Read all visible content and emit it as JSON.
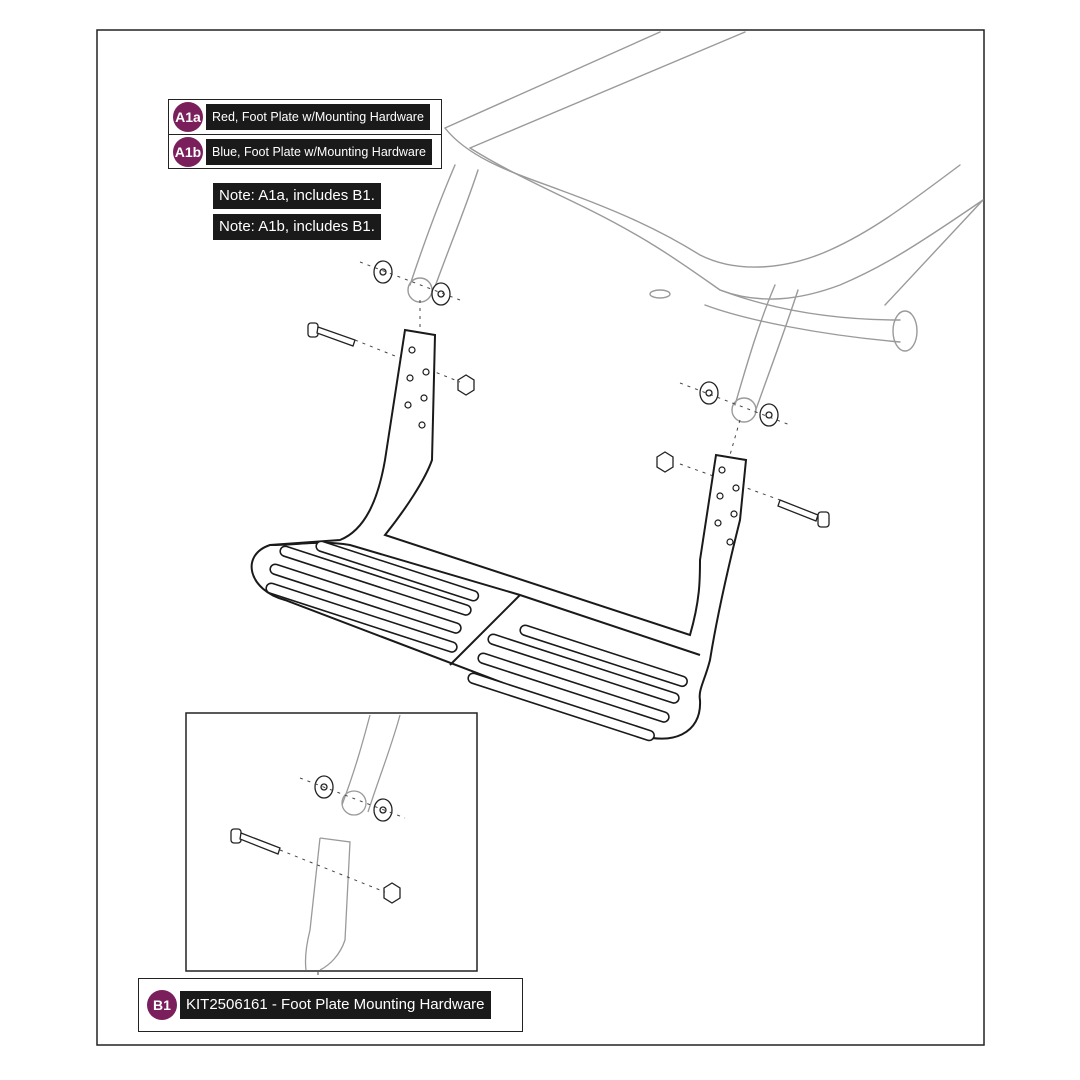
{
  "parts": [
    {
      "code": "A1a",
      "label": "Red, Foot Plate w/Mounting Hardware"
    },
    {
      "code": "A1b",
      "label": "Blue, Foot Plate w/Mounting Hardware"
    }
  ],
  "notes": [
    "Note: A1a, includes B1.",
    "Note: A1b, includes B1."
  ],
  "detail_part": {
    "code": "B1",
    "label": "KIT2506161 - Foot Plate Mounting Hardware"
  },
  "colors": {
    "badge": "#7a1f5c",
    "label_bg": "#1a1a1a",
    "line": "#222222"
  }
}
